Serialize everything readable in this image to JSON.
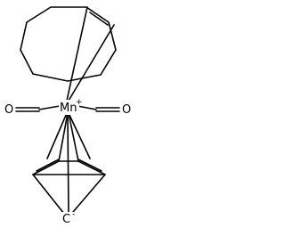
{
  "structure": {
    "atoms": {
      "metal": "Mn",
      "metal_charge": "+",
      "carbonyl_oxygen_left": "O",
      "carbonyl_oxygen_right": "O",
      "anionic_carbon": "C",
      "anionic_charge": "-"
    },
    "ligands": [
      "cyclooctene",
      "carbonyl",
      "carbonyl",
      "cyclopentadienyl"
    ]
  }
}
